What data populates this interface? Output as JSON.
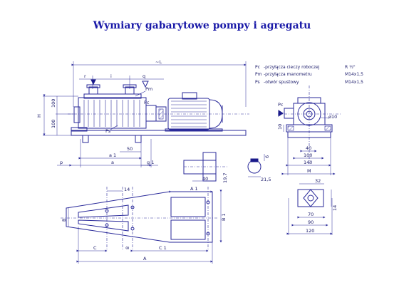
{
  "title": "Wymiary gabarytowe pompy i agregatu",
  "legend": [
    {
      "code": "Pc",
      "desc": "-przyłącza cieczy roboczej",
      "size": "R ½\""
    },
    {
      "code": "Pm",
      "desc": "-przyłącza manometru",
      "size": "M14x1,5"
    },
    {
      "code": "Ps",
      "desc": "-otwór spustowy",
      "size": "M14x1,5"
    }
  ],
  "side_view": {
    "L": "~L",
    "r": "r",
    "i": "i",
    "q": "q",
    "H": "H",
    "d100a": "100",
    "d100b": "100",
    "Ps": "Ps",
    "Pm": "Pm",
    "Pc": "Pc",
    "d50": "50",
    "a1": "a 1",
    "a": "a",
    "g1": "g 1",
    "p": "p"
  },
  "front_view": {
    "Pc": "Pc",
    "d10a": "10",
    "phi10": "ø10",
    "d40": "40",
    "d100": "100",
    "d140": "140",
    "M": "M"
  },
  "shaft": {
    "d40": "40",
    "d197": "19,7",
    "d6": "6",
    "d215": "21,5"
  },
  "foot": {
    "d32": "32",
    "d14": "14",
    "d70": "70",
    "d90": "90",
    "d120": "120"
  },
  "base_plan": {
    "d14": "14",
    "A1": "A 1",
    "B": "B",
    "B1": "B 1",
    "C": "C",
    "C1": "C 1",
    "A": "A",
    "d8": "8"
  }
}
